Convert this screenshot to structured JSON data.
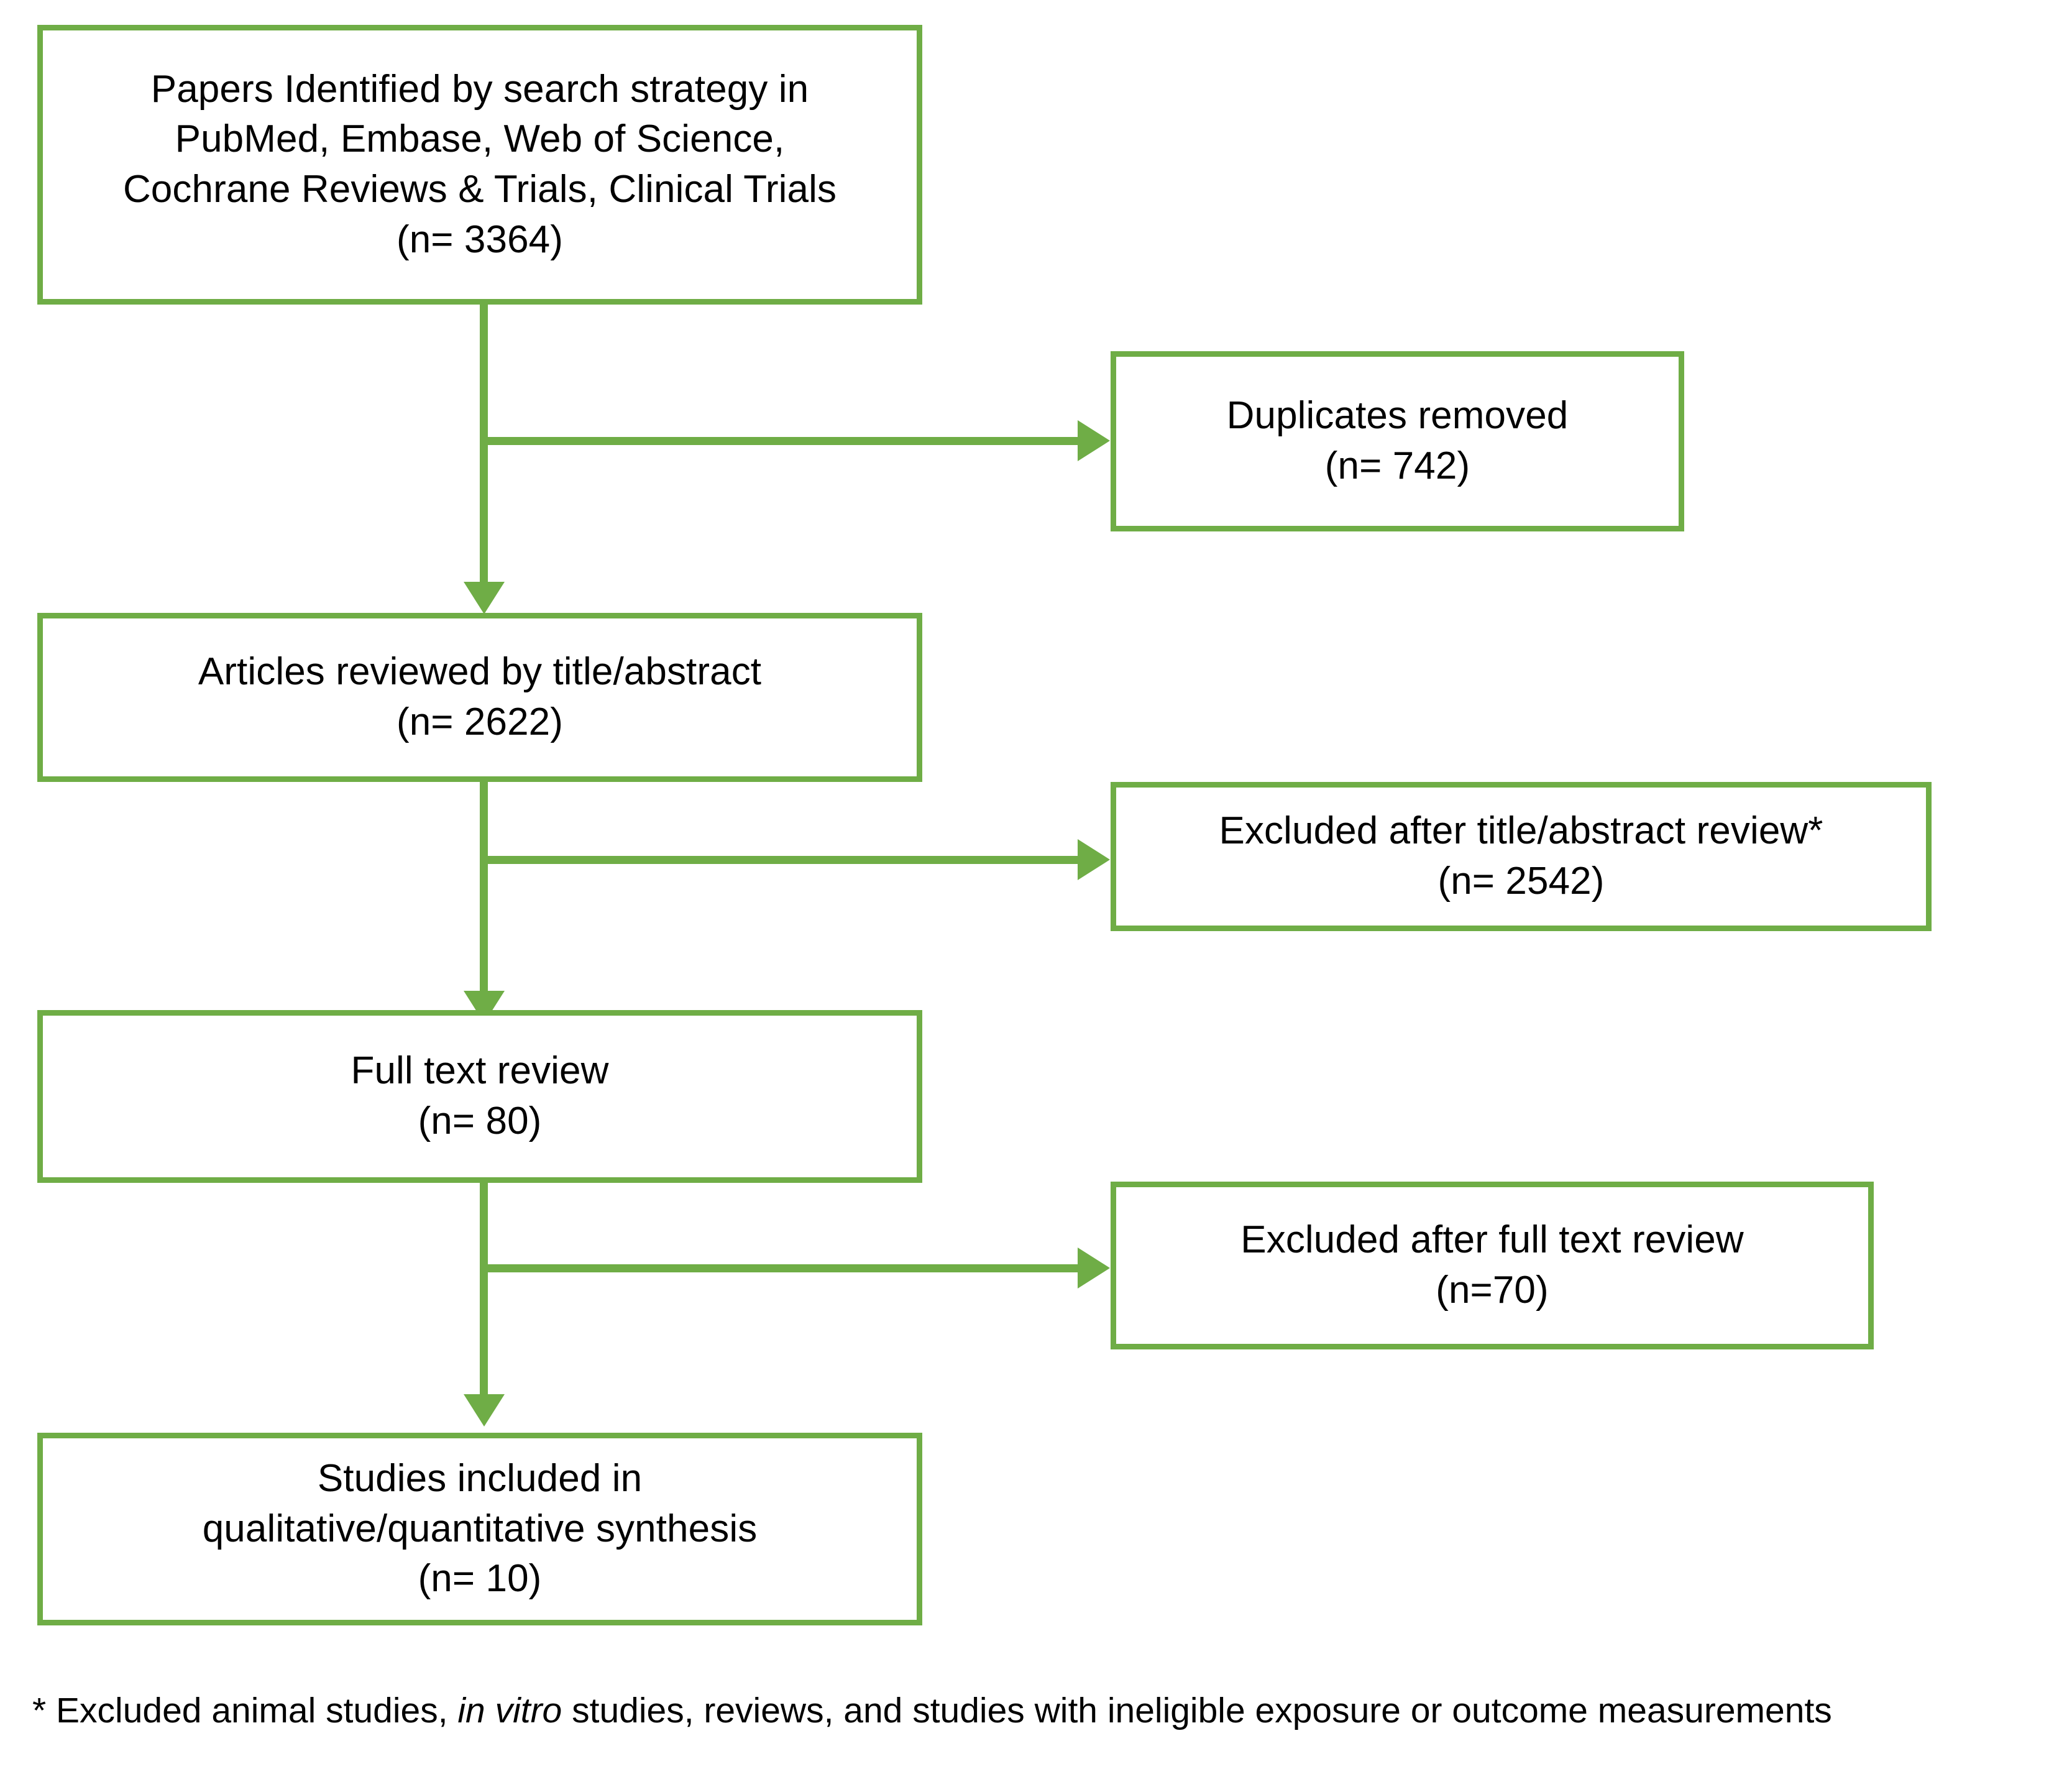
{
  "diagram": {
    "type": "prisma-flow-diagram",
    "accent_color": "#6FAD46",
    "text_color": "#000000",
    "background_color": "#FFFFFF",
    "boxes": [
      {
        "id": "identified",
        "name": "papers-identified-box",
        "lines": [
          "Papers Identified by search strategy in",
          "PubMed, Embase, Web of Science,",
          "Cochrane Reviews & Trials, Clinical Trials",
          "(n= 3364)"
        ],
        "count": 3364
      },
      {
        "id": "duplicates",
        "name": "duplicates-removed-box",
        "lines": [
          "Duplicates removed",
          "(n= 742)"
        ],
        "count": 742
      },
      {
        "id": "title-abstract",
        "name": "articles-reviewed-box",
        "lines": [
          "Articles reviewed by title/abstract",
          "(n= 2622)"
        ],
        "count": 2622
      },
      {
        "id": "excluded-title-abstract",
        "name": "excluded-title-abstract-box",
        "lines": [
          "Excluded after title/abstract review*",
          "(n= 2542)"
        ],
        "count": 2542
      },
      {
        "id": "full-text",
        "name": "full-text-review-box",
        "lines": [
          "Full text review",
          "(n= 80)"
        ],
        "count": 80
      },
      {
        "id": "excluded-full-text",
        "name": "excluded-full-text-box",
        "lines": [
          "Excluded after full text review",
          "(n=70)"
        ],
        "count": 70
      },
      {
        "id": "included",
        "name": "studies-included-box",
        "lines": [
          "Studies included in",
          "qualitative/quantitative synthesis",
          "(n= 10)"
        ],
        "count": 10
      }
    ],
    "footnote": {
      "marker": "*",
      "part1": " Excluded animal studies, ",
      "italic": "in vitro",
      "part2": " studies, reviews, and studies with ineligible exposure or outcome measurements",
      "full_text": "* Excluded animal studies, in vitro studies, reviews, and studies with ineligible exposure or outcome measurements"
    }
  },
  "chart_data": {
    "type": "diagram",
    "title": "PRISMA study selection flow",
    "nodes": [
      {
        "label": "Papers Identified by search strategy in PubMed, Embase, Web of Science, Cochrane Reviews & Trials, Clinical Trials",
        "n": 3364
      },
      {
        "label": "Duplicates removed",
        "n": 742
      },
      {
        "label": "Articles reviewed by title/abstract",
        "n": 2622
      },
      {
        "label": "Excluded after title/abstract review*",
        "n": 2542
      },
      {
        "label": "Full text review",
        "n": 80
      },
      {
        "label": "Excluded after full text review",
        "n": 70
      },
      {
        "label": "Studies included in qualitative/quantitative synthesis",
        "n": 10
      }
    ],
    "edges": [
      {
        "from": "Papers Identified by search strategy",
        "to": "Duplicates removed",
        "direction": "right"
      },
      {
        "from": "Papers Identified by search strategy",
        "to": "Articles reviewed by title/abstract",
        "direction": "down"
      },
      {
        "from": "Articles reviewed by title/abstract",
        "to": "Excluded after title/abstract review*",
        "direction": "right"
      },
      {
        "from": "Articles reviewed by title/abstract",
        "to": "Full text review",
        "direction": "down"
      },
      {
        "from": "Full text review",
        "to": "Excluded after full text review",
        "direction": "right"
      },
      {
        "from": "Full text review",
        "to": "Studies included in qualitative/quantitative synthesis",
        "direction": "down"
      }
    ]
  }
}
